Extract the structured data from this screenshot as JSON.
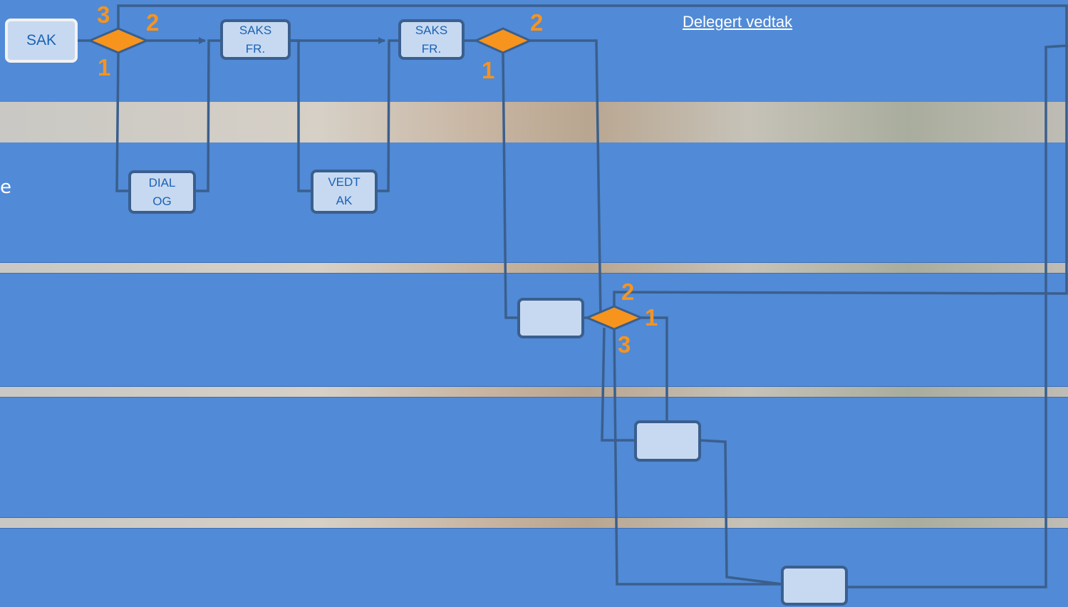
{
  "diagram": {
    "link_label": "Delegert vedtak",
    "lane_label": "e",
    "boxes": {
      "sak": "SAK",
      "saksfr1": [
        "SAKS",
        "FR."
      ],
      "saksfr2": [
        "SAKS",
        "FR."
      ],
      "dialog": [
        "DIAL",
        "OG"
      ],
      "vedtak": [
        "VEDT",
        "AK"
      ]
    },
    "gateway_numbers": {
      "g1": [
        "3",
        "2",
        "1"
      ],
      "g2": [
        "2",
        "1"
      ],
      "g3": [
        "2",
        "1",
        "3"
      ]
    },
    "colors": {
      "lane": "#518ad6",
      "box_fill": "#c7d9f1",
      "box_border": "#3a5f8e",
      "gateway": "#f7941d",
      "connector": "#3a5f8e"
    }
  }
}
